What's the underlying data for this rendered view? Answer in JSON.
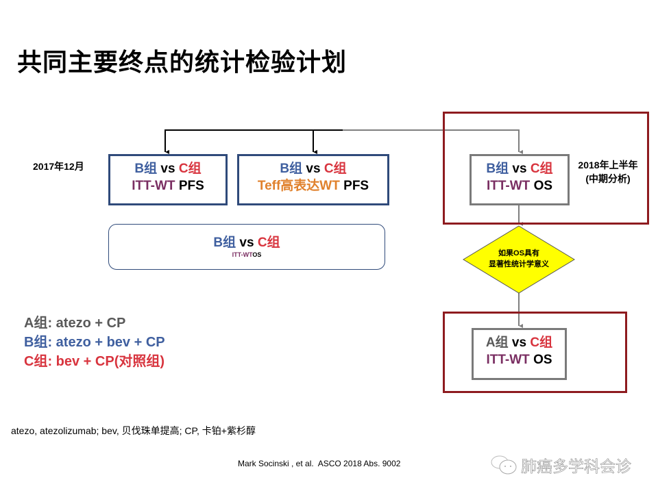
{
  "title": "共同主要终点的统计检验计划",
  "labels": {
    "date1": "2017年12月",
    "date2_line1": "2018年上半年",
    "date2_line2": "(中期分析)"
  },
  "boxes": [
    {
      "g1": "B组",
      "vs": " vs ",
      "g2": "C组",
      "pop": "ITT-WT",
      "end": "PFS"
    },
    {
      "g1": "B组",
      "vs": " vs ",
      "g2": "C组",
      "pop": "Teff高表达WT",
      "end": "PFS"
    },
    {
      "g1": "B组",
      "vs": " vs ",
      "g2": "C组",
      "pop": "ITT-WT",
      "end": "OS"
    },
    {
      "g1": "B组",
      "vs": " vs ",
      "g2": "C组",
      "pop": "ITT-WT",
      "end": "OS"
    },
    {
      "g1": "A组",
      "vs": " vs ",
      "g2": "C组",
      "pop": "ITT-WT",
      "end": "OS"
    }
  ],
  "decision": {
    "line1": "如果OS具有",
    "line2": "显著性统计学意义"
  },
  "legend": [
    "A组: atezo + CP",
    "B组: atezo + bev + CP",
    "C组: bev + CP(对照组)"
  ],
  "footnote": "atezo, atezolizumab; bev, 贝伐珠单提高; CP, 卡铂+紫杉醇",
  "citation": "Mark Socinski , et al.  ASCO 2018 Abs. 9002",
  "watermark": "肺癌多学科会诊",
  "colors": {
    "blue": "#3F5F9F",
    "red": "#D8343E",
    "purple": "#7A2E62",
    "orange": "#E0812C",
    "frame": "#8E1B1F",
    "diamond": "#FFFF00"
  }
}
